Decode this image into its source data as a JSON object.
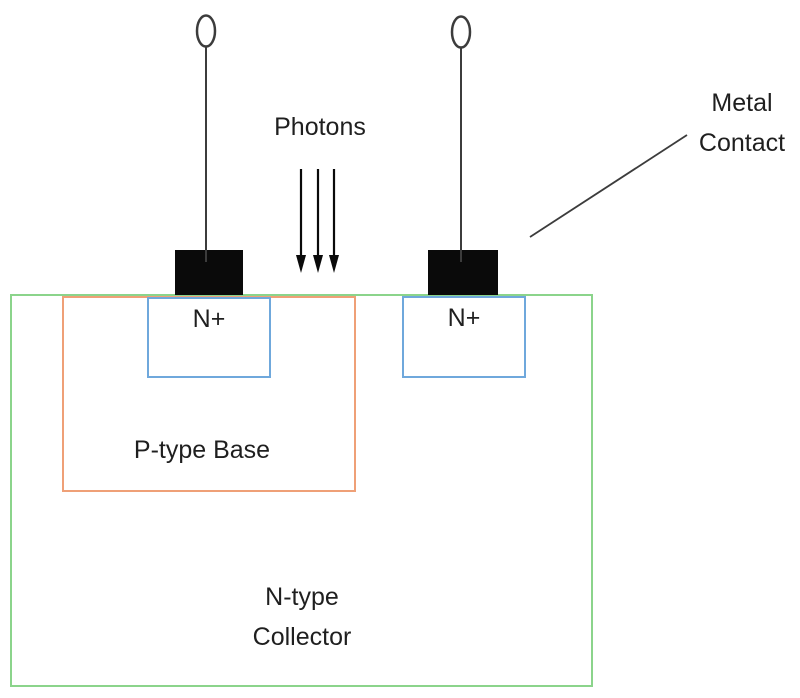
{
  "diagram": {
    "type": "semiconductor-cross-section",
    "labels": {
      "photons": "Photons",
      "metal_contact": "Metal\nContact",
      "n_plus_left": "N+",
      "n_plus_right": "N+",
      "p_type_base": "P-type Base",
      "n_type_collector": "N-type\nCollector"
    },
    "colors": {
      "collector_border": "#8BD48B",
      "base_border": "#EFA077",
      "emitter_border": "#6FA8DC",
      "contact_fill": "#0A0A0A",
      "line_color": "#3C3C3C",
      "text_color": "#1F1F1F",
      "background": "#FFFFFF"
    }
  }
}
